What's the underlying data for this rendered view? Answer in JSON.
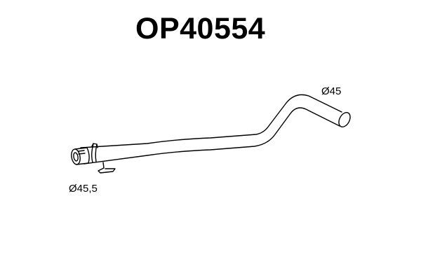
{
  "header": {
    "part_number": "OP40554"
  },
  "dimensions": {
    "outlet_diameter": "Ø45",
    "inlet_diameter": "Ø45,5"
  },
  "drawing": {
    "stroke_color": "#000000",
    "background_color": "#ffffff"
  }
}
